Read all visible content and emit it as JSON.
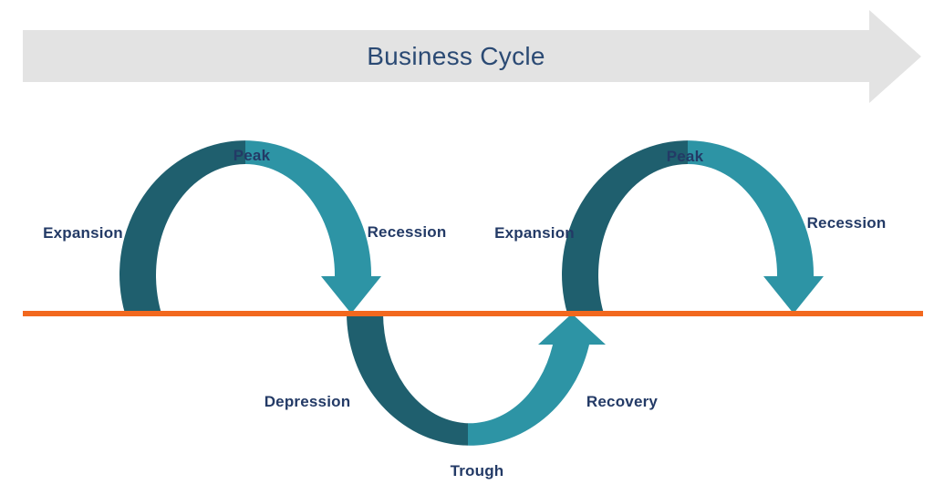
{
  "title": {
    "text": "Business Cycle"
  },
  "diagram": {
    "phases": {
      "expansion1": "Expansion",
      "peak1": "Peak",
      "recession1": "Recession",
      "depression": "Depression",
      "trough": "Trough",
      "recovery": "Recovery",
      "expansion2": "Expansion",
      "peak2": "Peak",
      "recession2": "Recession"
    },
    "icons": {
      "banner": "right-arrow-banner",
      "recession1_head": "arrow-down",
      "recovery_head": "arrow-up",
      "recession2_head": "arrow-down"
    }
  },
  "colors": {
    "arc_dark": "#1F5F6E",
    "arc_light": "#2D94A5",
    "baseline": "#F2681E",
    "label_text": "#233A66",
    "title_text": "#2B4A74",
    "banner": "#E3E3E3",
    "background": "#FFFFFF"
  }
}
